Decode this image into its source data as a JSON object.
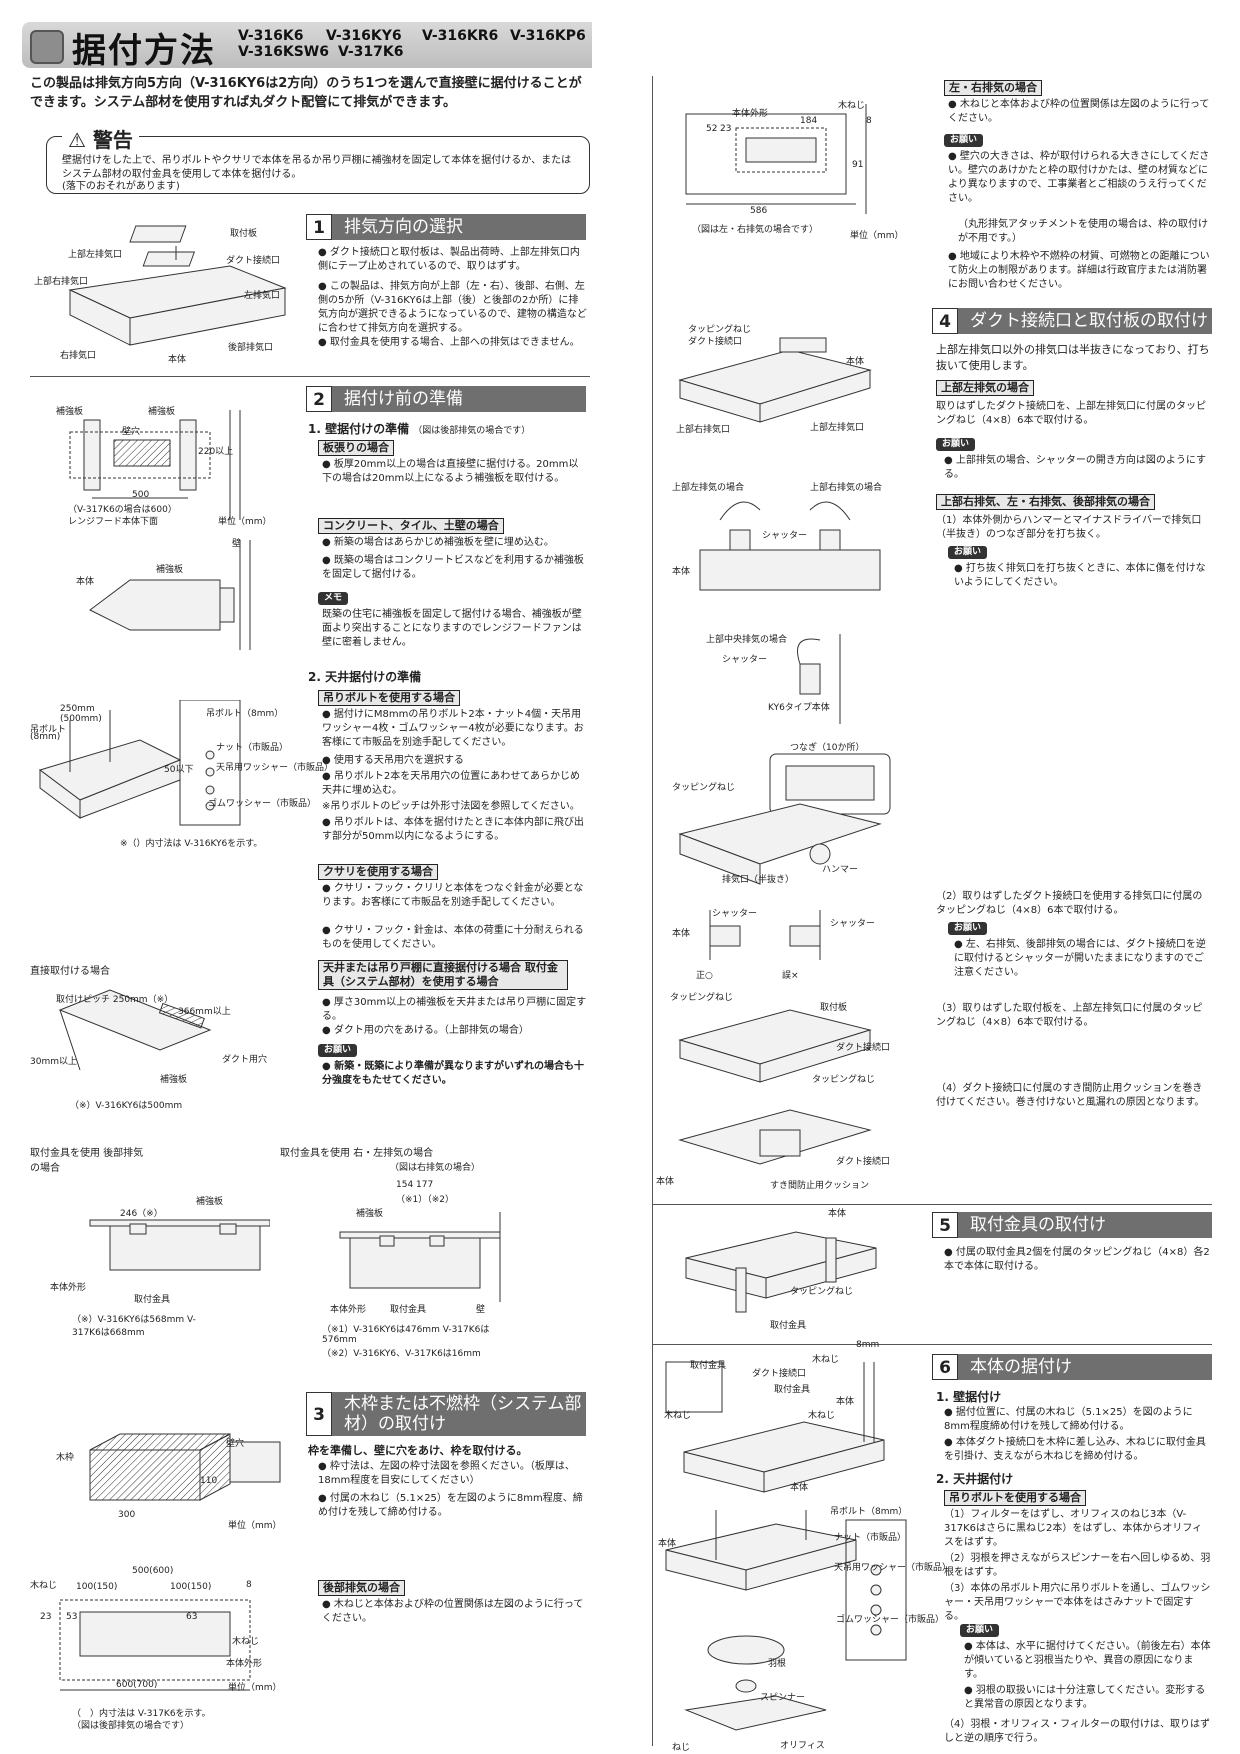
{
  "header": {
    "title": "据付方法",
    "models": [
      "V-316K6",
      "V-316KY6",
      "V-316KR6",
      "V-316KP6",
      "V-316KSW6",
      "V-317K6"
    ]
  },
  "intro": "この製品は排気方向5方向（V-316KY6は2方向）のうち1つを選んで直接壁に据付けることができます。システム部材を使用すれば丸ダクト配管にて排気ができます。",
  "warning": {
    "title": "警告",
    "body": "壁据付けをした上で、吊りボルトやクサリで本体を吊るか吊り戸棚に補強材を固定して本体を据付けるか、またはシステム部材の取付金具を使用して本体を据付ける。",
    "note": "(落下のおそれがあります)"
  },
  "sections": {
    "s1": {
      "num": "1",
      "title": "排気方向の選択",
      "bullets": [
        "ダクト接続口と取付板は、製品出荷時、上部左排気口内側にテープ止めされているので、取りはずす。",
        "この製品は、排気方向が上部（左・右）、後部、右側、左側の5か所（V-316KY6は上部（後）と後部の2か所）に排気方向が選択できるようになっているので、建物の構造などに合わせて排気方向を選択する。",
        "取付金具を使用する場合、上部への排気はできません。"
      ],
      "labels": [
        "取付板",
        "ダクト接続口",
        "上部左排気口",
        "上部右排気口",
        "左排気口",
        "後部排気口",
        "右排気口",
        "本体"
      ]
    },
    "s2": {
      "num": "2",
      "title": "据付け前の準備",
      "h1": "1. 壁据付けの準備",
      "h1note": "（図は後部排気の場合です）",
      "boardTitle": "板張りの場合",
      "board": [
        "板厚20mm以上の場合は直接壁に据付ける。20mm以下の場合は20mm以上になるよう補強板を取付ける。"
      ],
      "concTitle": "コンクリート、タイル、土壁の場合",
      "conc": [
        "新築の場合はあらかじめ補強板を壁に埋め込む。",
        "既築の場合はコンクリートビスなどを利用するか補強板を固定して据付ける。"
      ],
      "memo": "メモ",
      "memoText": "既築の住宅に補強板を固定して据付ける場合、補強板が壁面より突出することになりますのでレンジフードファンは壁に密着しません。",
      "h2": "2. 天井据付けの準備",
      "boltTitle": "吊りボルトを使用する場合",
      "bolt": [
        "据付けにM8mmの吊りボルト2本・ナット4個・天吊用ワッシャー4枚・ゴムワッシャー4枚が必要になります。お客様にて市販品を別途手配してください。",
        "使用する天吊用穴を選択する",
        "吊りボルト2本を天吊用穴の位置にあわせてあらかじめ天井に埋め込む。",
        "※吊りボルトのピッチは外形寸法図を参照してください。",
        "吊りボルトは、本体を据付けたときに本体内部に飛び出す部分が50mm以内になるようにする。"
      ],
      "chainTitle": "クサリを使用する場合",
      "chain": [
        "クサリ・フック・クリリと本体をつなぐ針金が必要となります。お客様にて市販品を別途手配してください。",
        "クサリ・フック・針金は、本体の荷重に十分耐えられるものを使用してください。"
      ],
      "directTitle": "天井または吊り戸棚に直接据付ける場合 取付金具（システム部材）を使用する場合",
      "direct": [
        "厚さ30mm以上の補強板を天井または吊り戸棚に固定する。",
        "ダクト用の穴をあける。（上部排気の場合）"
      ],
      "ask": "お願い",
      "askText": "新築・既築により準備が異なりますがいずれの場合も十分強度をもたせてください。",
      "figLabels": [
        "補強板",
        "補強板",
        "壁穴",
        "500",
        "220以上",
        "（V-317K6の場合は600）",
        "レンジフード本体下面",
        "単位（mm）",
        "壁",
        "補強板",
        "本体",
        "250mm",
        "(500mm)",
        "吊ボルト",
        "(8mm)",
        "吊ボルト（8mm）",
        "ナット（市販品）",
        "天吊用ワッシャー（市販品）",
        "ゴムワッシャー（市販品）",
        "50以下",
        "※（）内寸法は V-316KY6を示す。",
        "直接取付ける場合",
        "取付けピッチ 250mm（※）",
        "366mm以上",
        "ダクト用穴",
        "補強板",
        "30mm以上",
        "（※）V-316KY6は500mm",
        "取付金具を使用 後部排気の場合",
        "246（※）",
        "補強板",
        "本体外形",
        "取付金具",
        "（※）V-316KY6は568mm V-317K6は668mm",
        "取付金具を使用 右・左排気の場合",
        "（図は右排気の場合）",
        "154 177",
        "（※1）（※2）",
        "補強板",
        "本体外形",
        "取付金具",
        "壁",
        "（※1）V-316KY6は476mm V-317K6は576mm",
        "（※2）V-316KY6、V-317K6は16mm"
      ]
    },
    "s3": {
      "num": "3",
      "title": "木枠または不燃枠（システム部材）の取付け",
      "lead": "枠を準備し、壁に穴をあけ、枠を取付ける。",
      "bullets": [
        "枠寸法は、左図の枠寸法図を参照ください。（板厚は、18mm程度を目安にしてください）",
        "付属の木ねじ（5.1×25）を左図のように8mm程度、締め付けを残して締め付ける。"
      ],
      "rearTitle": "後部排気の場合",
      "rear": [
        "木ねじと本体および枠の位置関係は左図のように行ってください。"
      ],
      "figLabels": [
        "木枠",
        "壁穴",
        "300",
        "110",
        "単位（mm）",
        "500(600)",
        "100(150)",
        "100(150)",
        "8",
        "木ねじ",
        "23",
        "53",
        "63",
        "木ねじ",
        "本体外形",
        "600(700)",
        "単位（mm）",
        "（　）内寸法は V-317K6を示す。",
        "（図は後部排気の場合です）"
      ]
    },
    "s3r": {
      "sideTitle": "左・右排気の場合",
      "side": [
        "木ねじと本体および枠の位置関係は左図のように行ってください。"
      ],
      "ask": "お願い",
      "askItems": [
        "壁穴の大きさは、枠が取付けられる大きさにしてください。壁穴のあけかたと枠の取付けかたは、壁の材質などにより異なりますので、工事業者とご相談のうえ行ってください。",
        "（丸形排気アタッチメントを使用の場合は、枠の取付けが不用です。）",
        "地域により木枠や不燃枠の材質、可燃物との距離について防火上の制限があります。詳細は行政官庁または消防署にお問い合わせください。"
      ],
      "figLabels": [
        "本体外形",
        "184",
        "木ねじ",
        "8",
        "52",
        "23",
        "91",
        "586",
        "（図は左・右排気の場合です）",
        "単位（mm）"
      ]
    },
    "s4": {
      "num": "4",
      "title": "ダクト接続口と取付板の取付け",
      "lead": "上部左排気口以外の排気口は半抜きになっており、打ち抜いて使用します。",
      "leftTitle": "上部左排気の場合",
      "left": "取りはずしたダクト接続口を、上部左排気口に付属のタッピングねじ（4×8）6本で取付ける。",
      "ask": "お願い",
      "askLeft": "上部排気の場合、シャッターの開き方向は図のようにする。",
      "otherTitle": "上部右排気、左・右排気、後部排気の場合",
      "steps": [
        "（1）本体外側からハンマーとマイナスドライバーで排気口（半抜き）のつなぎ部分を打ち抜く。",
        "打ち抜く排気口を打ち抜くときに、本体に傷を付けないようにしてください。",
        "（2）取りはずしたダクト接続口を使用する排気口に付属のタッピングねじ（4×8）6本で取付ける。",
        "左、右排気、後部排気の場合には、ダクト接続口を逆に取付けるとシャッターが開いたままになりますのでご注意ください。",
        "（3）取りはずした取付板を、上部左排気口に付属のタッピングねじ（4×8）6本で取付ける。",
        "（4）ダクト接続口に付属のすき間防止用クッションを巻き付けてください。巻き付けないと風漏れの原因となります。"
      ],
      "figLabels": [
        "タッピングねじ",
        "ダクト接続口",
        "本体",
        "上部右排気口",
        "上部左排気口",
        "上部左排気の場合",
        "上部右排気の場合",
        "シャッター",
        "本体",
        "上部中央排気の場合",
        "シャッター",
        "KY6タイプ本体",
        "つなぎ（10か所）",
        "タッピングねじ",
        "排気口（半抜き）",
        "ハンマー",
        "シャッター",
        "シャッター",
        "本体",
        "正○",
        "誤×",
        "タッピングねじ",
        "取付板",
        "ダクト接続口",
        "タッピングねじ",
        "ダクト接続口",
        "本体",
        "すき間防止用クッション"
      ]
    },
    "s5": {
      "num": "5",
      "title": "取付金具の取付け",
      "bullets": [
        "付属の取付金具2個を付属のタッピングねじ（4×8）各2本で本体に取付ける。"
      ],
      "figLabels": [
        "本体",
        "タッピングねじ",
        "取付金具"
      ]
    },
    "s6": {
      "num": "6",
      "title": "本体の据付け",
      "h1": "1. 壁据付け",
      "wall": [
        "据付位置に、付属の木ねじ（5.1×25）を図のように8mm程度締め付けを残して締め付ける。",
        "本体ダクト接続口を木枠に差し込み、木ねじに取付金具を引掛け、支えながら木ねじを締め付ける。"
      ],
      "h2": "2. 天井据付け",
      "boltTitle": "吊りボルトを使用する場合",
      "steps": [
        "（1）フィルターをはずし、オリフィスのねじ3本（V-317K6はさらに黒ねじ2本）をはずし、本体からオリフィスをはずす。",
        "（2）羽根を押さえながらスピンナーを右へ回しゆるめ、羽根をはずす。",
        "（3）本体の吊ボルト用穴に吊りボルトを通し、ゴムワッシャー・天吊用ワッシャーで本体をはさみナットで固定する。"
      ],
      "ask": "お願い",
      "askItems": [
        "本体は、水平に据付けてください。（前後左右）本体が傾いていると羽根当たりや、異音の原因になります。",
        "羽根の取扱いには十分注意してください。変形すると異常音の原因となります。"
      ],
      "step4": "（4）羽根・オリフィス・フィルターの取付けは、取りはずしと逆の順序で行う。",
      "figLabels": [
        "取付金具",
        "ダクト接続口",
        "木ねじ",
        "8mm",
        "取付金具",
        "本体",
        "木ねじ",
        "本体",
        "木ねじ",
        "本体",
        "吊ボルト（8mm）",
        "ナット（市販品）",
        "天吊用ワッシャー（市販品）",
        "ゴムワッシャー（市販品）",
        "羽根",
        "スピンナー",
        "ねじ",
        "オリフィス"
      ]
    }
  }
}
